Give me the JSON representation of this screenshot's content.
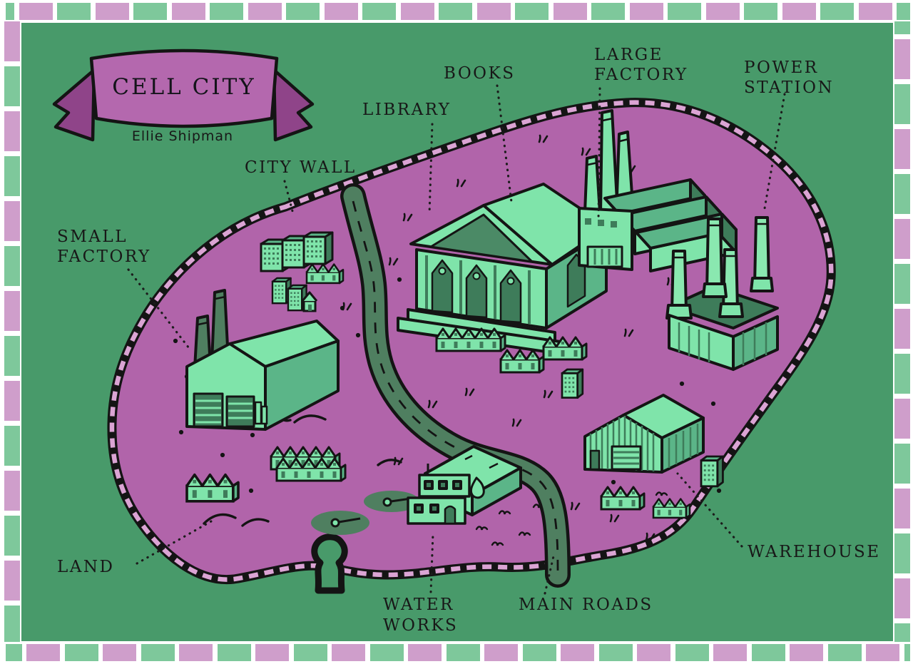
{
  "banner": {
    "title": "CELL CITY",
    "author": "Ellie Shipman"
  },
  "labels": {
    "city_wall": "CITY WALL",
    "books": "BOOKS",
    "library": "LIBRARY",
    "large_factory_1": "LARGE",
    "large_factory_2": "FACTORY",
    "power_station_1": "POWER",
    "power_station_2": "STATION",
    "small_factory_1": "SMALL",
    "small_factory_2": "FACTORY",
    "land": "LAND",
    "water_works_1": "WATER",
    "water_works_2": "WORKS",
    "main_roads": "MAIN ROADS",
    "warehouse": "WAREHOUSE"
  },
  "colors": {
    "background_green": "#489a6a",
    "cell_purple": "#b164aa",
    "membrane_black": "#141414",
    "membrane_dash_pink": "#dba4d4",
    "building_light_green": "#7fe4aa",
    "building_mid_green": "#5bb588",
    "building_dark_green": "#3e7c5a",
    "road_green": "#4f7f60",
    "banner_pink": "#b468ae",
    "banner_fold_purple": "#8f4489",
    "border_green": "#7ec89b",
    "border_pink": "#cf9ecb"
  }
}
